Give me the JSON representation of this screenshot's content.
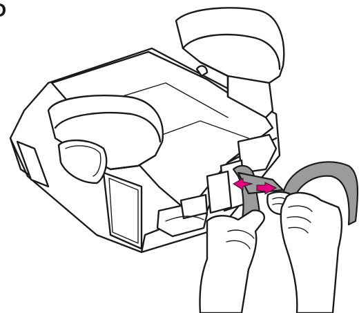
{
  "figure": {
    "step_letter": "D",
    "colors": {
      "ink": "#1a1a1a",
      "paper": "#ffffff",
      "strap": "#9b9b9b",
      "arrow": "#e6007e"
    },
    "icons": [
      "booster-seat",
      "armrest",
      "belt-guide",
      "seat-belt-strap",
      "latch-connector",
      "push-arrows",
      "hands"
    ]
  }
}
